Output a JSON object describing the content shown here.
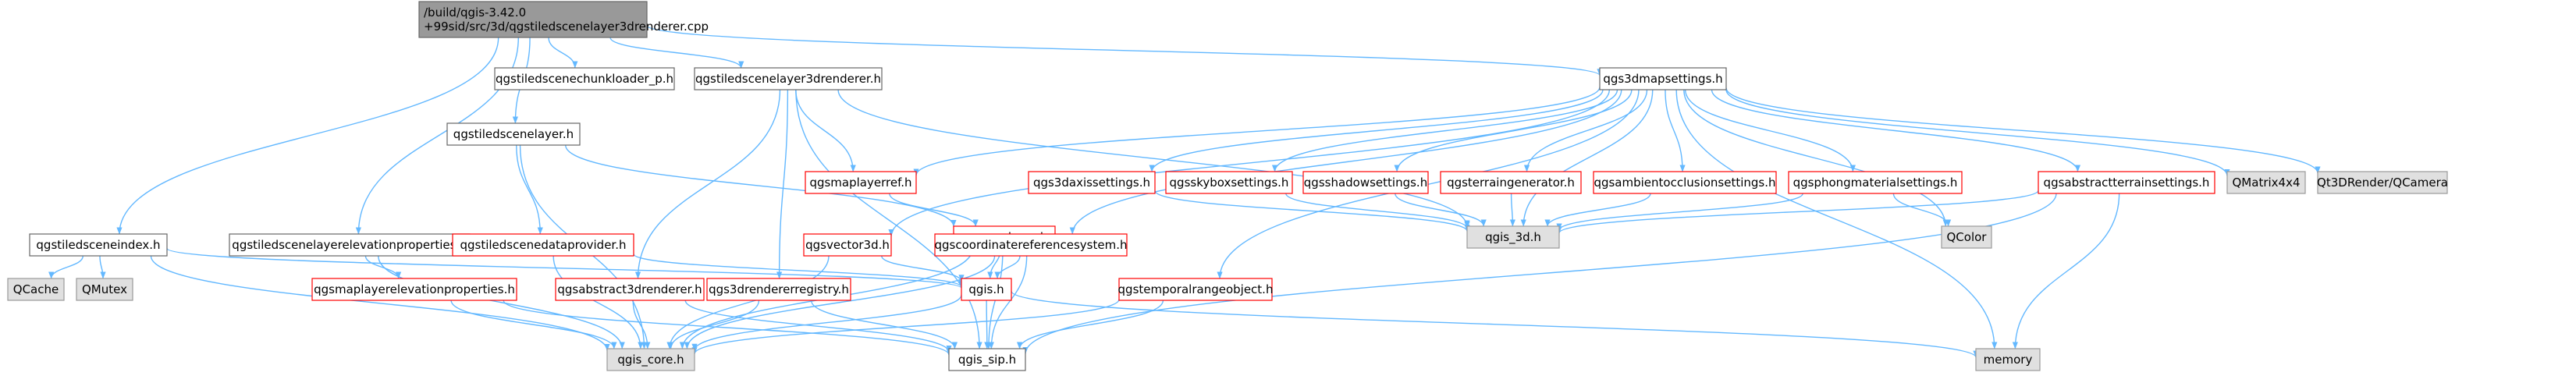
{
  "diagram": {
    "type": "include-dependency-graph",
    "colors": {
      "edge": "#63b8ff",
      "root_fill": "#999999",
      "root_border": "#666666",
      "normal_fill": "#ffffff",
      "normal_border": "#666666",
      "truncated_border": "#ff0000",
      "external_fill": "#e0e0e0",
      "external_border": "#999999"
    },
    "nodes": [
      {
        "id": "root",
        "lines": [
          "/build/qgis-3.42.0",
          "+99sid/src/3d/qgstiledscenelayer3drenderer.cpp"
        ],
        "kind": "root"
      },
      {
        "id": "chunkloader",
        "lines": [
          "qgstiledscenechunkloader_p.h"
        ],
        "kind": "normal"
      },
      {
        "id": "l3drenderer",
        "lines": [
          "qgstiledscenelayer3drenderer.h"
        ],
        "kind": "normal"
      },
      {
        "id": "mapsettings",
        "lines": [
          "qgs3dmapsettings.h"
        ],
        "kind": "normal"
      },
      {
        "id": "scenelayer",
        "lines": [
          "qgstiledscenelayer.h"
        ],
        "kind": "normal"
      },
      {
        "id": "maplayerref",
        "lines": [
          "qgsmaplayerref.h"
        ],
        "kind": "truncated"
      },
      {
        "id": "axis",
        "lines": [
          "qgs3daxissettings.h"
        ],
        "kind": "truncated"
      },
      {
        "id": "skybox",
        "lines": [
          "qgsskyboxsettings.h"
        ],
        "kind": "truncated"
      },
      {
        "id": "shadow",
        "lines": [
          "qgsshadowsettings.h"
        ],
        "kind": "truncated"
      },
      {
        "id": "terraingen",
        "lines": [
          "qgsterraingenerator.h"
        ],
        "kind": "truncated"
      },
      {
        "id": "ambient",
        "lines": [
          "qgsambientocclusionsettings.h"
        ],
        "kind": "truncated"
      },
      {
        "id": "phong",
        "lines": [
          "qgsphongmaterialsettings.h"
        ],
        "kind": "truncated"
      },
      {
        "id": "absterrain",
        "lines": [
          "qgsabstractterrainsettings.h"
        ],
        "kind": "truncated"
      },
      {
        "id": "qmatrix",
        "lines": [
          "QMatrix4x4"
        ],
        "kind": "external"
      },
      {
        "id": "qcamera",
        "lines": [
          "Qt3DRender/QCamera"
        ],
        "kind": "external"
      },
      {
        "id": "maplayer",
        "lines": [
          "qgsmaplayer.h"
        ],
        "kind": "truncated"
      },
      {
        "id": "qgis3d",
        "lines": [
          "qgis_3d.h"
        ],
        "kind": "external"
      },
      {
        "id": "qcolor",
        "lines": [
          "QColor"
        ],
        "kind": "external"
      },
      {
        "id": "sceneindex",
        "lines": [
          "qgstiledsceneindex.h"
        ],
        "kind": "normal"
      },
      {
        "id": "elevprops",
        "lines": [
          "qgstiledscenelayerelevationproperties.h"
        ],
        "kind": "normal"
      },
      {
        "id": "dataprovider",
        "lines": [
          "qgstiledscenedataprovider.h"
        ],
        "kind": "truncated"
      },
      {
        "id": "vector3d",
        "lines": [
          "qgsvector3d.h"
        ],
        "kind": "truncated"
      },
      {
        "id": "crs",
        "lines": [
          "qgscoordinatereferencesystem.h"
        ],
        "kind": "truncated"
      },
      {
        "id": "qcache",
        "lines": [
          "QCache"
        ],
        "kind": "external"
      },
      {
        "id": "qmutex",
        "lines": [
          "QMutex"
        ],
        "kind": "external"
      },
      {
        "id": "mlelev",
        "lines": [
          "qgsmaplayerelevationproperties.h"
        ],
        "kind": "truncated"
      },
      {
        "id": "abs3d",
        "lines": [
          "qgsabstract3drenderer.h"
        ],
        "kind": "truncated"
      },
      {
        "id": "registry",
        "lines": [
          "qgs3drendererregistry.h"
        ],
        "kind": "truncated"
      },
      {
        "id": "qgis",
        "lines": [
          "qgis.h"
        ],
        "kind": "truncated"
      },
      {
        "id": "temporal",
        "lines": [
          "qgstemporalrangeobject.h"
        ],
        "kind": "truncated"
      },
      {
        "id": "core",
        "lines": [
          "qgis_core.h"
        ],
        "kind": "external"
      },
      {
        "id": "sip",
        "lines": [
          "qgis_sip.h"
        ],
        "kind": "normal"
      },
      {
        "id": "memory",
        "lines": [
          "memory"
        ],
        "kind": "external"
      }
    ],
    "edges": [
      [
        "root",
        "chunkloader"
      ],
      [
        "root",
        "l3drenderer"
      ],
      [
        "root",
        "mapsettings"
      ],
      [
        "root",
        "scenelayer"
      ],
      [
        "root",
        "sceneindex"
      ],
      [
        "root",
        "elevprops"
      ],
      [
        "l3drenderer",
        "maplayerref"
      ],
      [
        "l3drenderer",
        "qgis3d"
      ],
      [
        "l3drenderer",
        "abs3d"
      ],
      [
        "l3drenderer",
        "registry"
      ],
      [
        "l3drenderer",
        "sip"
      ],
      [
        "mapsettings",
        "maplayerref"
      ],
      [
        "mapsettings",
        "axis"
      ],
      [
        "mapsettings",
        "skybox"
      ],
      [
        "mapsettings",
        "shadow"
      ],
      [
        "mapsettings",
        "terraingen"
      ],
      [
        "mapsettings",
        "ambient"
      ],
      [
        "mapsettings",
        "phong"
      ],
      [
        "mapsettings",
        "absterrain"
      ],
      [
        "mapsettings",
        "qmatrix"
      ],
      [
        "mapsettings",
        "qcamera"
      ],
      [
        "mapsettings",
        "qgis3d"
      ],
      [
        "mapsettings",
        "qcolor"
      ],
      [
        "mapsettings",
        "vector3d"
      ],
      [
        "mapsettings",
        "crs"
      ],
      [
        "mapsettings",
        "temporal"
      ],
      [
        "mapsettings",
        "memory"
      ],
      [
        "scenelayer",
        "maplayer"
      ],
      [
        "scenelayer",
        "dataprovider"
      ],
      [
        "scenelayer",
        "core"
      ],
      [
        "maplayerref",
        "maplayer"
      ],
      [
        "axis",
        "qgis3d"
      ],
      [
        "skybox",
        "qgis3d"
      ],
      [
        "shadow",
        "qgis3d"
      ],
      [
        "terraingen",
        "qgis3d"
      ],
      [
        "ambient",
        "qgis3d"
      ],
      [
        "phong",
        "qgis3d"
      ],
      [
        "phong",
        "qcolor"
      ],
      [
        "absterrain",
        "qgis3d"
      ],
      [
        "absterrain",
        "memory"
      ],
      [
        "absterrain",
        "sip"
      ],
      [
        "maplayer",
        "crs"
      ],
      [
        "maplayer",
        "qgis"
      ],
      [
        "maplayer",
        "core"
      ],
      [
        "maplayer",
        "sip"
      ],
      [
        "sceneindex",
        "qcache"
      ],
      [
        "sceneindex",
        "qmutex"
      ],
      [
        "sceneindex",
        "qgis"
      ],
      [
        "sceneindex",
        "core"
      ],
      [
        "elevprops",
        "mlelev"
      ],
      [
        "elevprops",
        "core"
      ],
      [
        "dataprovider",
        "qgis"
      ],
      [
        "dataprovider",
        "core"
      ],
      [
        "vector3d",
        "qgis"
      ],
      [
        "vector3d",
        "core"
      ],
      [
        "crs",
        "qgis"
      ],
      [
        "crs",
        "core"
      ],
      [
        "crs",
        "sip"
      ],
      [
        "mlelev",
        "core"
      ],
      [
        "mlelev",
        "sip"
      ],
      [
        "abs3d",
        "core"
      ],
      [
        "abs3d",
        "sip"
      ],
      [
        "registry",
        "core"
      ],
      [
        "registry",
        "sip"
      ],
      [
        "qgis",
        "core"
      ],
      [
        "qgis",
        "sip"
      ],
      [
        "qgis",
        "memory"
      ],
      [
        "temporal",
        "core"
      ],
      [
        "temporal",
        "sip"
      ]
    ]
  }
}
